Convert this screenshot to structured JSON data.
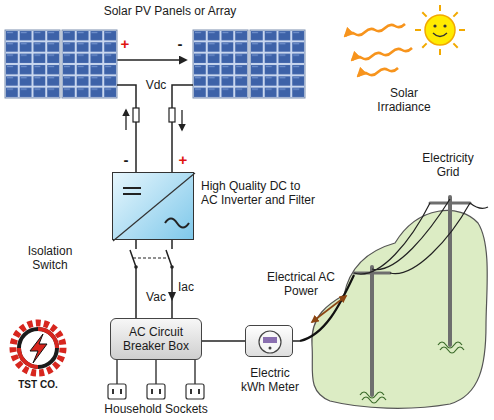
{
  "diagram": {
    "nodes": [
      {
        "text": [
          "Solar PV Panels or Array"
        ]
      },
      {
        "text": [
          "High Quality DC to AC Inverter and Filter"
        ]
      },
      {
        "text": [
          "AC Circuit Breaker Box"
        ]
      },
      {
        "text": [
          "Electric kWh Meter"
        ]
      },
      {
        "text": [
          "Electricity Grid"
        ]
      }
    ],
    "edges": [
      {
        "from": 0,
        "to": 1,
        "arrow": "none"
      },
      {
        "from": 0,
        "to": 1,
        "arrow": "none"
      },
      {
        "from": 1,
        "to": 2,
        "arrow": "none"
      },
      {
        "from": 1,
        "to": 2,
        "arrow": "none"
      },
      {
        "from": 2,
        "to": 3,
        "arrow": "none"
      },
      {
        "from": 3,
        "to": 4,
        "arrow": "none"
      }
    ],
    "labels": [
      "Solar Irradiance",
      "+",
      "-",
      "Vdc",
      "-",
      "+",
      "Isolation Switch",
      "Vac",
      "Iac",
      "Electrical AC Power",
      "Household Sockets",
      "TST CO."
    ]
  }
}
